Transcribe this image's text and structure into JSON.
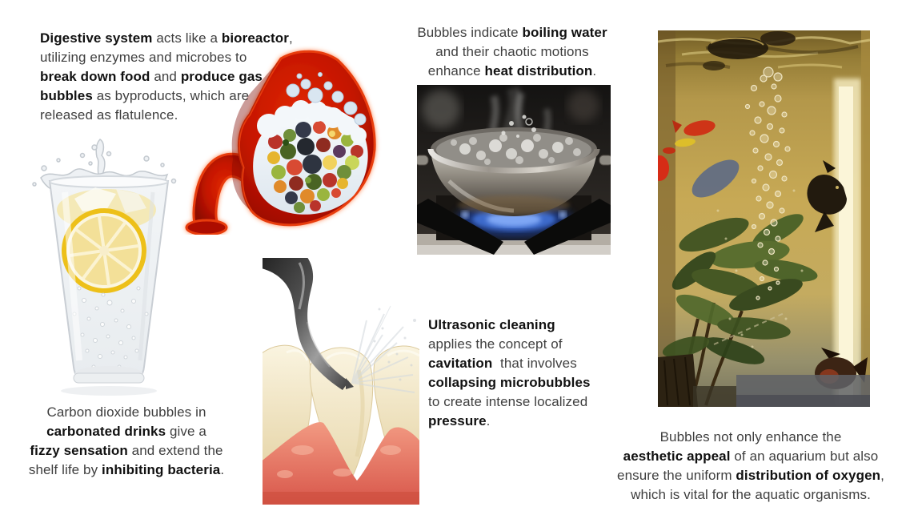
{
  "page": {
    "background": "#ffffff",
    "text_color": "#3f3f3f",
    "bold_text_color": "#111111"
  },
  "captions": {
    "digestive": {
      "align": "left",
      "lines": [
        [
          {
            "t": "Digestive system",
            "b": true
          },
          {
            "t": " acts like a ",
            "b": false
          },
          {
            "t": "bioreactor",
            "b": true
          },
          {
            "t": ",",
            "b": false
          }
        ],
        [
          {
            "t": "utilizing enzymes and microbes to",
            "b": false
          }
        ],
        [
          {
            "t": "break down food",
            "b": true
          },
          {
            "t": " and ",
            "b": false
          },
          {
            "t": "produce gas",
            "b": true
          }
        ],
        [
          {
            "t": "bubbles",
            "b": true
          },
          {
            "t": " as byproducts, which are",
            "b": false
          }
        ],
        [
          {
            "t": "released as flatulence.",
            "b": false
          }
        ]
      ]
    },
    "boiling": {
      "align": "center",
      "lines": [
        [
          {
            "t": "Bubbles indicate ",
            "b": false
          },
          {
            "t": "boiling water",
            "b": true
          }
        ],
        [
          {
            "t": "and their chaotic motions",
            "b": false
          }
        ],
        [
          {
            "t": "enhance ",
            "b": false
          },
          {
            "t": "heat distribution",
            "b": true
          },
          {
            "t": ".",
            "b": false
          }
        ]
      ]
    },
    "carbonated": {
      "align": "center",
      "lines": [
        [
          {
            "t": "Carbon dioxide bubbles in",
            "b": false
          }
        ],
        [
          {
            "t": "carbonated drinks",
            "b": true
          },
          {
            "t": " give a",
            "b": false
          }
        ],
        [
          {
            "t": "fizzy sensation",
            "b": true
          },
          {
            "t": " and extend the",
            "b": false
          }
        ],
        [
          {
            "t": "shelf life by ",
            "b": false
          },
          {
            "t": "inhibiting bacteria",
            "b": true
          },
          {
            "t": ".",
            "b": false
          }
        ]
      ]
    },
    "ultrasonic": {
      "align": "left",
      "lines": [
        [
          {
            "t": "Ultrasonic cleaning",
            "b": true
          }
        ],
        [
          {
            "t": "applies the concept of",
            "b": false
          }
        ],
        [
          {
            "t": "cavitation",
            "b": true
          },
          {
            "t": "  that involves",
            "b": false
          }
        ],
        [
          {
            "t": "collapsing microbubbles",
            "b": true
          }
        ],
        [
          {
            "t": "to create intense localized",
            "b": false
          }
        ],
        [
          {
            "t": "pressure",
            "b": true
          },
          {
            "t": ".",
            "b": false
          }
        ]
      ]
    },
    "aquarium": {
      "align": "center",
      "lines": [
        [
          {
            "t": "Bubbles not only enhance the",
            "b": false
          }
        ],
        [
          {
            "t": "aesthetic appeal",
            "b": true
          },
          {
            "t": " of an aquarium but also",
            "b": false
          }
        ],
        [
          {
            "t": "ensure the uniform ",
            "b": false
          },
          {
            "t": "distribution of oxygen",
            "b": true
          },
          {
            "t": ",",
            "b": false
          }
        ],
        [
          {
            "t": "which is vital for the aquatic organisms.",
            "b": false
          }
        ]
      ]
    }
  },
  "images": {
    "stomach": {
      "label": "stomach digesting food with gas bubbles"
    },
    "glass": {
      "label": "glass of sparkling water with lemon slice and splash"
    },
    "pot": {
      "label": "pot of boiling water on gas stove"
    },
    "tooth": {
      "label": "ultrasonic scaler cleaning a tooth"
    },
    "aquarium": {
      "label": "aquarium with rising bubble column, plants and fish"
    }
  },
  "colors": {
    "stomach_red": "#c41402",
    "glow_orange": "#ff6a2a",
    "flame_blue": "#4a7de8",
    "gum_pink": "#ef8a76",
    "aquarium_gold": "#c7a955"
  }
}
